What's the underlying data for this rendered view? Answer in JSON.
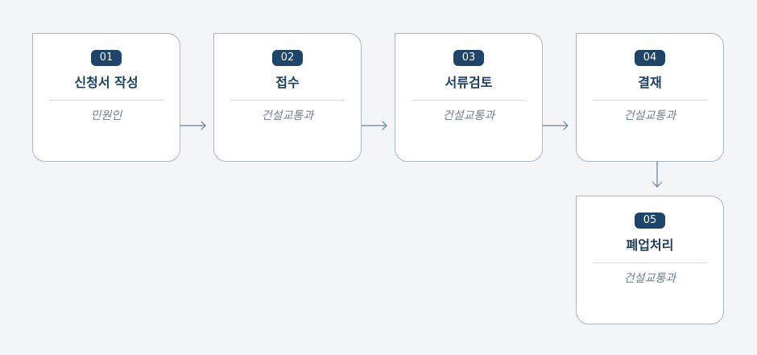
{
  "colors": {
    "background": "#f4f5f7",
    "card_border": "#a9b7c8",
    "badge_fill": "#1f4469",
    "title_text": "#1d3f63",
    "owner_text": "#6f7f8f",
    "connector": "#5f7fa1"
  },
  "steps": [
    {
      "number": "01",
      "title": "신청서 작성",
      "owner": "민원인"
    },
    {
      "number": "02",
      "title": "접수",
      "owner": "건설교통과"
    },
    {
      "number": "03",
      "title": "서류검토",
      "owner": "건설교통과"
    },
    {
      "number": "04",
      "title": "결재",
      "owner": "건설교통과"
    },
    {
      "number": "05",
      "title": "폐업처리",
      "owner": "건설교통과"
    }
  ]
}
